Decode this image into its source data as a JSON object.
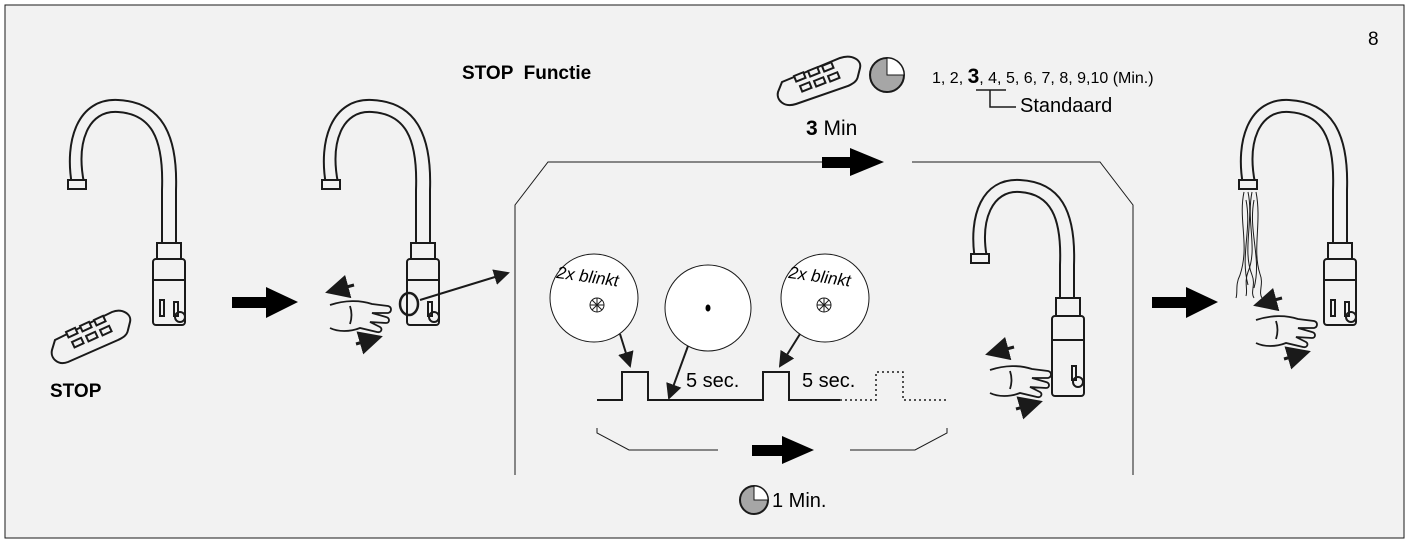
{
  "page_number": "8",
  "title": "STOP  Functie",
  "remote_label": "STOP",
  "settings": {
    "options_pre": "1, 2, ",
    "options_selected": "3",
    "options_post": ", 4, 5, 6, 7, 8, 9,10 (Min.)",
    "default_label": "Standaard",
    "minutes_value": "3",
    "minutes_unit": " Min"
  },
  "signal": {
    "blink_label_1": "2x blinkt",
    "blink_label_2": "2x blinkt",
    "interval_1": "5 sec.",
    "interval_2": "5 sec."
  },
  "cycle_duration": "1 Min.",
  "colors": {
    "frame_fill": "#f2f2f2",
    "line": "#1a1a1a",
    "clock_fill": "#a6a6a6"
  }
}
